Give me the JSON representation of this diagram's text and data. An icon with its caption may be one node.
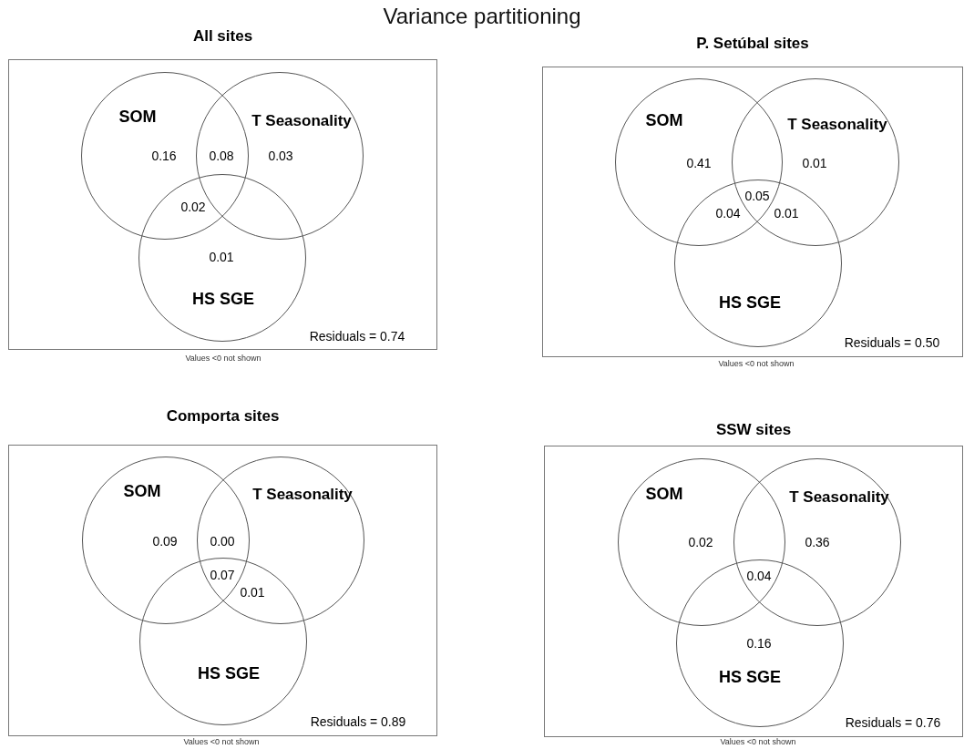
{
  "diagram": {
    "title": "Variance partitioning",
    "nodes": [
      {
        "text": [
          "All sites",
          "Residuals = 0.74"
        ],
        "beside": [
          "Values <0 not shown"
        ]
      },
      {
        "text": [
          "SOM"
        ],
        "in": 0
      },
      {
        "text": [
          "T Seasonality"
        ],
        "in": 0
      },
      {
        "text": [
          "HS SGE"
        ],
        "in": 0
      },
      {
        "text": [
          "P. Setúbal sites",
          "Residuals = 0.50"
        ],
        "beside": [
          "Values <0 not shown"
        ]
      },
      {
        "text": [
          "SOM"
        ],
        "in": 4
      },
      {
        "text": [
          "T Seasonality"
        ],
        "in": 4
      },
      {
        "text": [
          "HS SGE"
        ],
        "in": 4
      },
      {
        "text": [
          "Comporta sites",
          "Residuals = 0.89"
        ],
        "beside": [
          "Values <0 not shown"
        ]
      },
      {
        "text": [
          "SOM"
        ],
        "in": 8
      },
      {
        "text": [
          "T Seasonality"
        ],
        "in": 8
      },
      {
        "text": [
          "HS SGE"
        ],
        "in": 8
      },
      {
        "text": [
          "SSW sites",
          "Residuals = 0.76"
        ],
        "beside": [
          "Values <0 not shown"
        ]
      },
      {
        "text": [
          "SOM"
        ],
        "in": 12
      },
      {
        "text": [
          "T Seasonality"
        ],
        "in": 12
      },
      {
        "text": [
          "HS SGE"
        ],
        "in": 12
      }
    ],
    "labels": [
      "0.16",
      "0.08",
      "0.03",
      "0.02",
      "0.01",
      "0.41",
      "0.01",
      "0.05",
      "0.04",
      "0.01",
      "0.09",
      "0.00",
      "0.07",
      "0.01",
      "0.02",
      "0.36",
      "0.04",
      "0.16"
    ]
  }
}
